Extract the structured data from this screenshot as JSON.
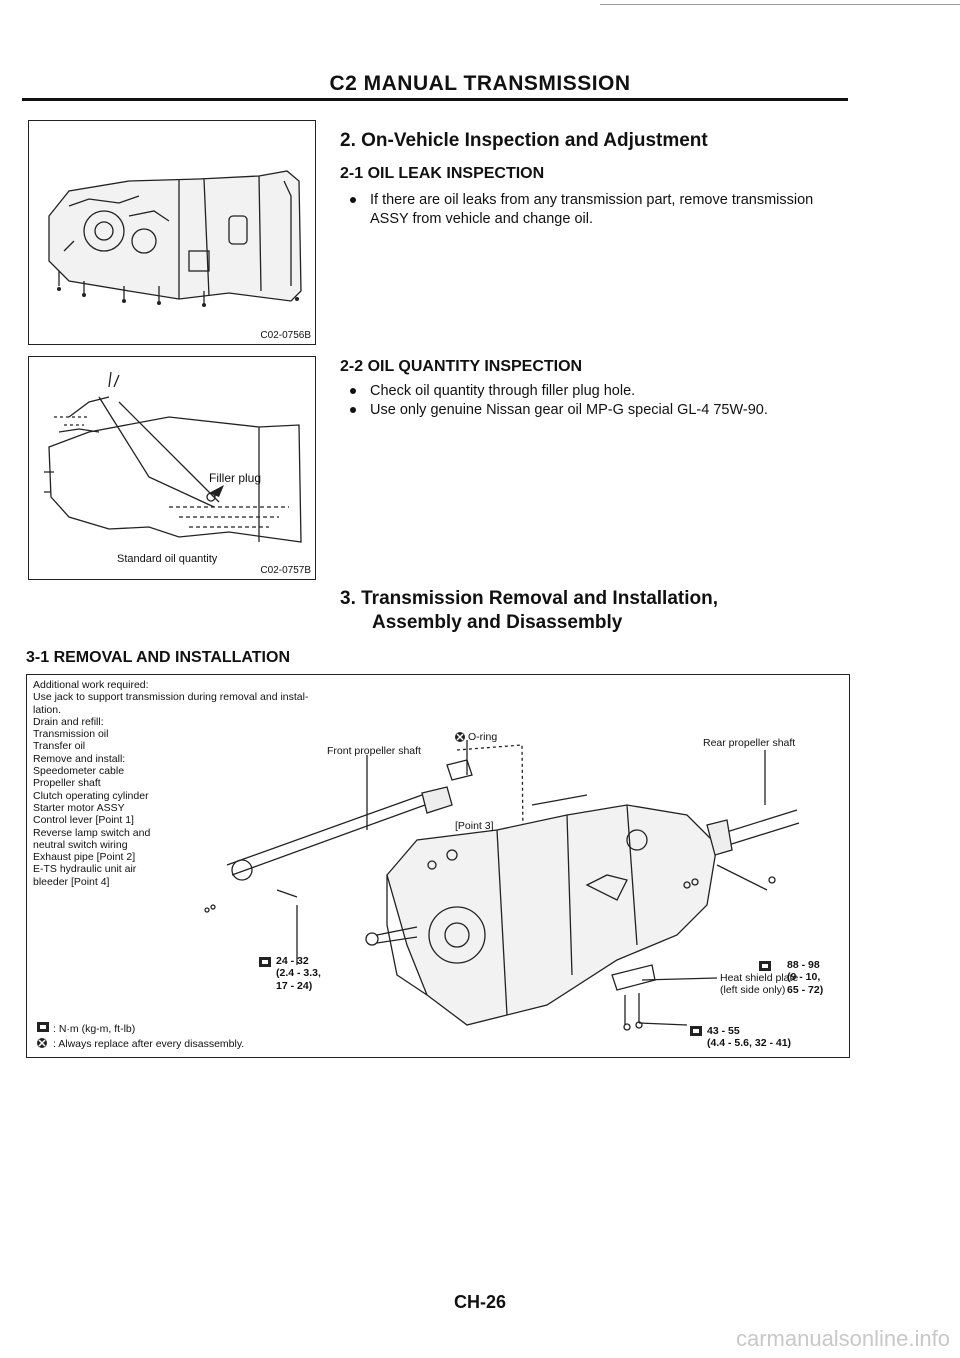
{
  "header": {
    "title": "C2 MANUAL TRANSMISSION"
  },
  "figures": {
    "fig1": {
      "code": "C02-0756B"
    },
    "fig2": {
      "code": "C02-0757B",
      "filler_label": "Filler plug",
      "oil_label": "Standard oil quantity"
    }
  },
  "section2": {
    "title": "2. On-Vehicle Inspection and Adjustment",
    "sub1": {
      "title": "2-1 OIL LEAK INSPECTION",
      "bullets": [
        "If there are oil leaks from any transmission part, remove transmission ASSY from vehicle and change oil."
      ]
    },
    "sub2": {
      "title": "2-2 OIL QUANTITY INSPECTION",
      "bullets": [
        "Check oil quantity through filler plug hole.",
        "Use only genuine Nissan gear oil MP-G special GL-4 75W-90."
      ]
    }
  },
  "section3": {
    "title_line1": "3. Transmission Removal and Installation,",
    "title_line2": "Assembly and Disassembly",
    "sub1_title": "3-1 REMOVAL AND INSTALLATION"
  },
  "diagram": {
    "required_lines": [
      "Additional work required:",
      "Use jack to support transmission during removal and instal-",
      "lation.",
      "Drain and refill:",
      "Transmission oil",
      "Transfer oil",
      "Remove and install:",
      "Speedometer cable",
      "Propeller shaft",
      "Clutch operating cylinder",
      "Starter motor ASSY",
      "Control lever [Point 1]",
      "Reverse lamp switch and",
      "neutral switch wiring",
      "Exhaust pipe [Point 2]",
      "E-TS hydraulic unit air",
      "bleeder [Point 4]"
    ],
    "oring_label": "O-ring",
    "front_shaft_label": "Front propeller shaft",
    "rear_shaft_label": "Rear propeller shaft",
    "point3_label": "[Point 3]",
    "torque1": [
      "24 - 32",
      "(2.4 - 3.3,",
      "17 - 24)"
    ],
    "torque2": [
      "88 - 98",
      "(9 - 10,",
      "65 - 72)"
    ],
    "torque3": [
      "43 - 55",
      "(4.4 - 5.6, 32 - 41)"
    ],
    "heat_shield": [
      "Heat shield plate",
      "(left side only)"
    ],
    "legend_torque": ": N·m (kg-m, ft-lb)",
    "legend_replace": ": Always replace after every disassembly."
  },
  "footer": {
    "page": "CH-26",
    "watermark": "carmanualsonline.info"
  }
}
